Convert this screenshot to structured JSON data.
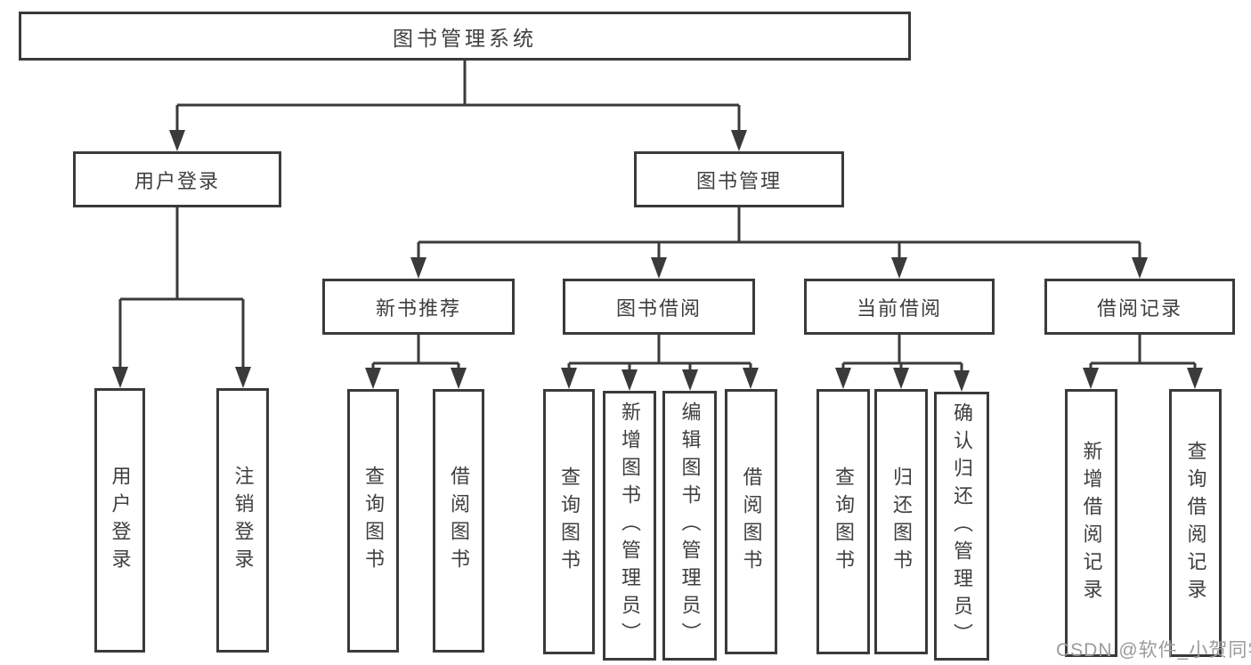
{
  "diagram": {
    "root": {
      "label": "图书管理系统"
    },
    "branches": {
      "user": {
        "label": "用户登录",
        "children": [
          {
            "label": "用户登录"
          },
          {
            "label": "注销登录"
          }
        ]
      },
      "book": {
        "label": "图书管理",
        "children": [
          {
            "label": "新书推荐",
            "children": [
              {
                "label": "查询图书"
              },
              {
                "label": "借阅图书"
              }
            ]
          },
          {
            "label": "图书借阅",
            "children": [
              {
                "label": "查询图书"
              },
              {
                "label": "新增图书（管理员）"
              },
              {
                "label": "编辑图书（管理员）"
              },
              {
                "label": "借阅图书"
              }
            ]
          },
          {
            "label": "当前借阅",
            "children": [
              {
                "label": "查询图书"
              },
              {
                "label": "归还图书"
              },
              {
                "label": "确认归还（管理员）"
              }
            ]
          },
          {
            "label": "借阅记录",
            "children": [
              {
                "label": "新增借阅记录"
              },
              {
                "label": "查询借阅记录"
              }
            ]
          }
        ]
      }
    }
  },
  "watermark": {
    "text": "CSDN @软件_小贺同学"
  },
  "colors": {
    "line": "#3a3a3a",
    "text": "#3f3f3f",
    "watermark": "#9b9b9b",
    "background": "#ffffff"
  }
}
